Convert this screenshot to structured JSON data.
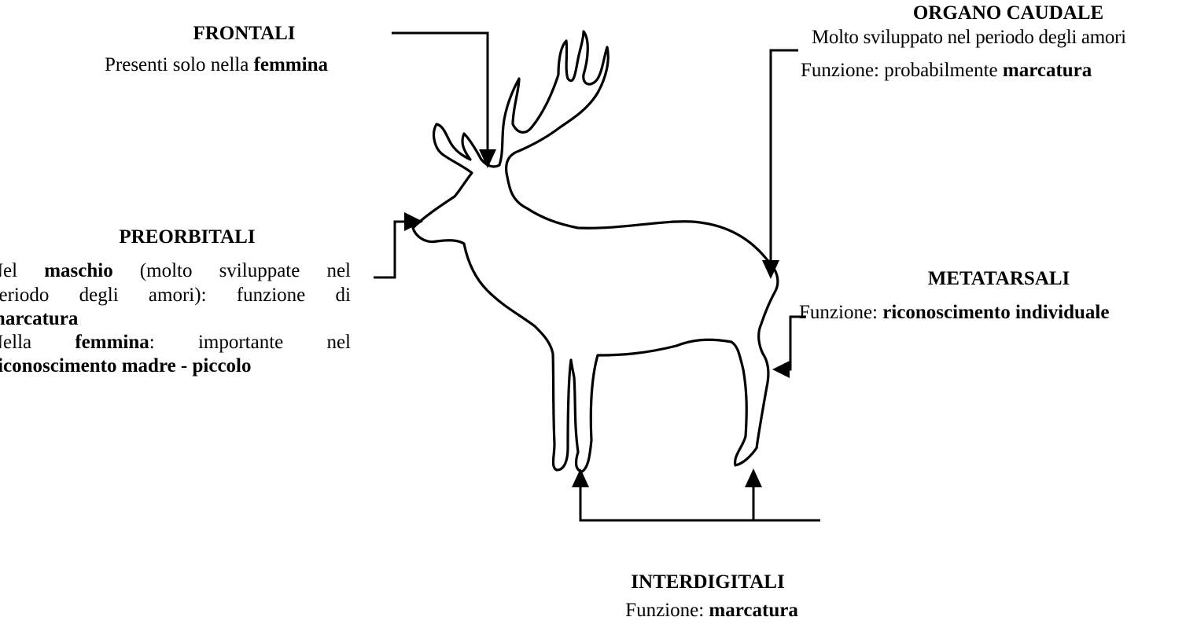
{
  "frontali": {
    "title": "FRONTALI",
    "desc_pre": "Presenti solo nella ",
    "desc_bold": "femmina"
  },
  "organo_caudale": {
    "title": "ORGANO CAUDALE",
    "line1": "Molto sviluppato nel periodo degli amori",
    "line2_pre": "Funzione: probabilmente ",
    "line2_bold": "marcatura"
  },
  "preorbitali": {
    "title": "PREORBITALI",
    "l1_pre": "Nel ",
    "l1_bold": "maschio",
    "l1_post": " (molto sviluppate nel",
    "l2": "periodo degli amori): funzione di",
    "l3_bold": "marcatura",
    "l4_pre": "Nella ",
    "l4_bold": "femmina",
    "l4_post": ": importante nel",
    "l5_bold": "riconoscimento madre - piccolo"
  },
  "metatarsali": {
    "title": "METATARSALI",
    "desc_pre": "Funzione: ",
    "desc_bold": "riconoscimento individuale"
  },
  "interdigitali": {
    "title": "INTERDIGITALI",
    "desc_pre": "Funzione: ",
    "desc_bold": "marcatura"
  }
}
